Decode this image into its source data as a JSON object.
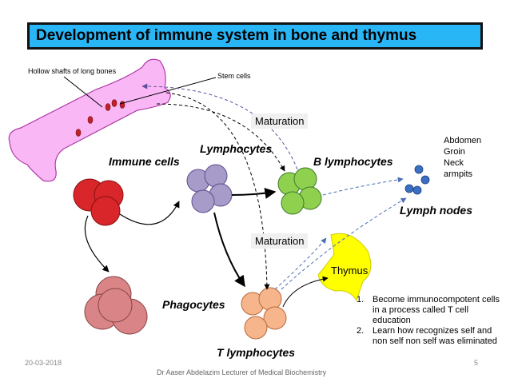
{
  "title": "Development of immune system in bone and thymus",
  "labels": {
    "hollow_shafts": "Hollow shafts of long bones",
    "stem_cells": "Stem cells",
    "immune_cells": "Immune cells",
    "lymphocytes": "Lymphocytes",
    "b_lymphocytes": "B lymphocytes",
    "phagocytes": "Phagocytes",
    "t_lymphocytes": "T lymphocytes",
    "lymph_nodes": "Lymph nodes",
    "thymus": "Thymus",
    "maturation_top": "Maturation",
    "maturation_bottom": "Maturation"
  },
  "lymph_sites": [
    "Abdomen",
    "Groin",
    "Neck",
    "armpits"
  ],
  "thymus_steps": [
    {
      "num": "1.",
      "text": "Become immunocompotent cells in a process called T cell education"
    },
    {
      "num": "2.",
      "text": "Learn how recognizes self and non self non self was eliminated"
    }
  ],
  "footer": {
    "date": "20-03-2018",
    "author": "Dr Aaser Abdelazim Lecturer of Medical Biochemistry",
    "page": "5"
  },
  "colors": {
    "title_bg": "#29b6f6",
    "bone": "#f9b8f5",
    "immune_cell": "#d8262b",
    "lymphocyte": "#a79bc9",
    "b_cell": "#8fd14f",
    "phagocyte": "#d98587",
    "t_cell": "#f6b58a",
    "lymph_node": "#3a6fc4",
    "thymus": "#ffff00",
    "dashed_arrow": "#6b8fcf"
  }
}
